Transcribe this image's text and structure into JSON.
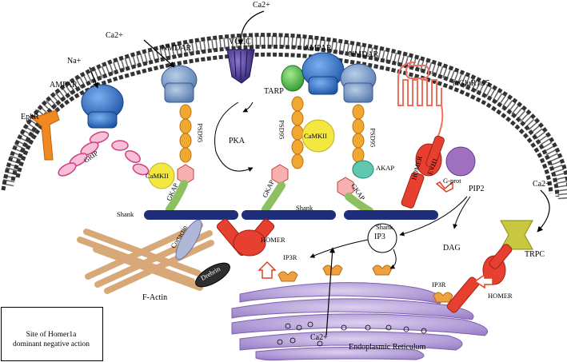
{
  "labels": {
    "ca2_top_center": "Ca2+",
    "ca2_top_left": "Ca2+",
    "ca2_right": "Ca2+",
    "ca2_er": "Ca2+",
    "na": "Na+",
    "ampar_left": "AMPAR",
    "ampar_center": "AMPAR",
    "nmdar_left": "NMDAR",
    "nmdar_right": "NMDAR",
    "vgcc": "VGCC",
    "mglur": "mGluR1a/5",
    "ephr": "EphR",
    "grip": "GRIP",
    "tarp": "TARP",
    "psd95_a": "PSD95",
    "psd95_b": "PSD95",
    "psd95_c": "PSD95",
    "pka": "PKA",
    "camkii_a": "CaMKII",
    "camkii_b": "CaMKII",
    "akap": "AKAP",
    "gkap_a": "GKAP",
    "gkap_b": "GKAP",
    "gkap_c": "GKAP",
    "shank_a": "Shank",
    "shank_b": "Shank",
    "shank_c": "Shank",
    "homer_a": "HOMER",
    "homer_b": "HOMER",
    "homer_c": "HOMER",
    "evh1": "EVH1",
    "gprot": "G-prot",
    "pip2": "PIP2",
    "ip3": "IP3",
    "dag": "DAG",
    "ip3r_a": "IP3R",
    "ip3r_b": "IP3R",
    "trpc": "TRPC",
    "factin": "F-Actin",
    "cortactin": "Cortactin",
    "drebrin": "Drebrin",
    "er": "Endoplasmic Reticulum"
  },
  "legend": {
    "line1": "Site of Homer1a",
    "line2": "dominant negative action"
  },
  "colors": {
    "membrane_head": "#3a3a3a",
    "ampar": "#2e6fc2",
    "nmdar": "#7a9cc8",
    "vgcc": "#4a3a8c",
    "tarp": "#5cc04a",
    "psd95": "#f0a830",
    "camkii": "#f4e840",
    "gkap": "#8cc060",
    "shank": "#1e2e7a",
    "homer": "#e84030",
    "er": "#b8a0d8",
    "gprot": "#a070c0",
    "akap": "#60c8b0",
    "ephr": "#f08a20",
    "mglur": "#f07060",
    "trpc": "#c8c840",
    "ip3r": "#f0a040",
    "factin": "#e0b890",
    "arrow_hollow": "#e04020"
  }
}
